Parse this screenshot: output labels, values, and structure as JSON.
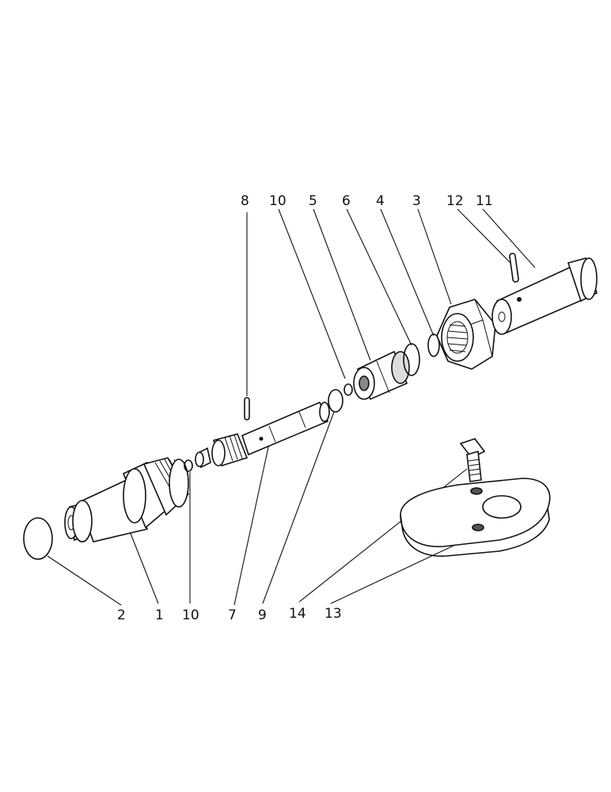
{
  "diagram": {
    "callouts": {
      "c8": "8",
      "c10top": "10",
      "c5": "5",
      "c6": "6",
      "c4": "4",
      "c3": "3",
      "c12": "12",
      "c11": "11",
      "c2": "2",
      "c1": "1",
      "c10bottom": "10",
      "c7": "7",
      "c9": "9",
      "c14": "14",
      "c13": "13"
    }
  }
}
